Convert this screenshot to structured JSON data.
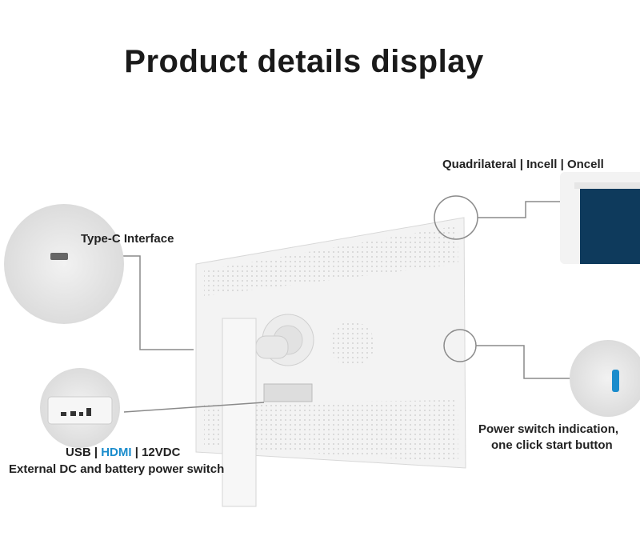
{
  "title": "Product details display",
  "labels": {
    "panel_types": "Quadrilateral | Incell | Oncell",
    "type_c": "Type-C Interface",
    "ports": {
      "usb": "USB",
      "sep": " | ",
      "hdmi": "HDMI",
      "dc": "12VDC"
    },
    "power_switch_desc": "External DC and battery power switch",
    "power_indication_line1": "Power switch indication,",
    "power_indication_line2": "one click start button"
  },
  "colors": {
    "accent": "#1a8ccc",
    "screen": "#0e3a5c",
    "line": "#8a8a8a"
  }
}
